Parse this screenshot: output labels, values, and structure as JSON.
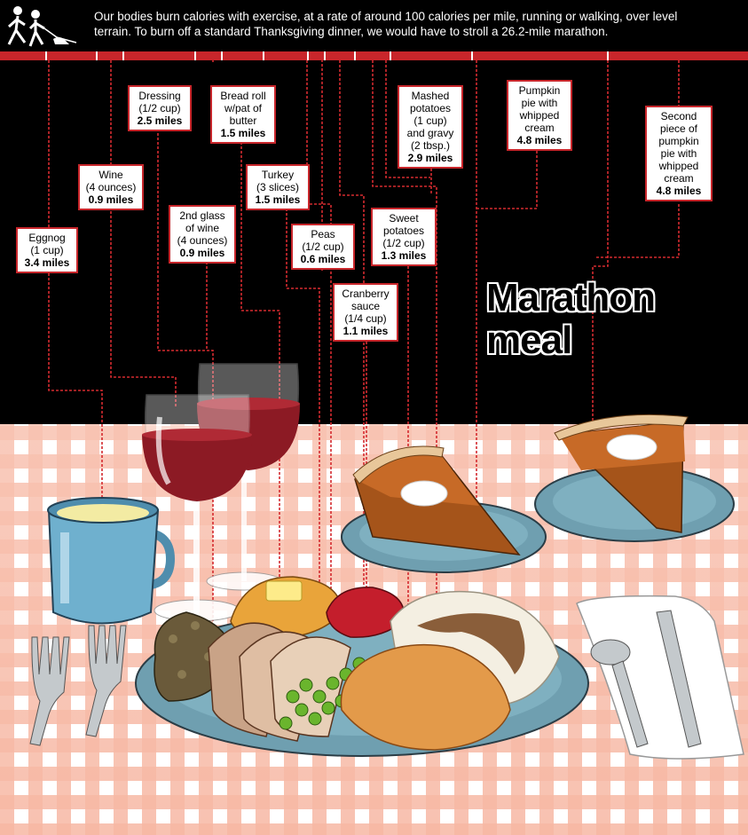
{
  "intro": {
    "text": "Our bodies burn calories with exercise, at a rate of around 100 calories per mile, running or walking, over level terrain. To burn off a standard Thanksgiving dinner, we would have to stroll a 26.2-mile marathon."
  },
  "title": {
    "line1": "Marathon",
    "line2": "meal"
  },
  "colors": {
    "background": "#000000",
    "accent_red": "#c8262b",
    "tablecloth_check": "#f4a189",
    "plate_blue": "#6f9fb0",
    "wine": "#8c1a24"
  },
  "items": [
    {
      "l1": "Eggnog",
      "l2": "(1 cup)",
      "l3": "",
      "l4": "",
      "l5": "",
      "l6": "",
      "miles": "3.4 miles"
    },
    {
      "l1": "Wine",
      "l2": "(4 ounces)",
      "l3": "",
      "l4": "",
      "l5": "",
      "l6": "",
      "miles": "0.9 miles"
    },
    {
      "l1": "Dressing",
      "l2": "(1/2 cup)",
      "l3": "",
      "l4": "",
      "l5": "",
      "l6": "",
      "miles": "2.5 miles"
    },
    {
      "l1": "2nd glass",
      "l2": "of wine",
      "l3": "(4 ounces)",
      "l4": "",
      "l5": "",
      "l6": "",
      "miles": "0.9 miles"
    },
    {
      "l1": "Bread roll",
      "l2": "w/pat of",
      "l3": "butter",
      "l4": "",
      "l5": "",
      "l6": "",
      "miles": "1.5 miles"
    },
    {
      "l1": "Turkey",
      "l2": "(3 slices)",
      "l3": "",
      "l4": "",
      "l5": "",
      "l6": "",
      "miles": "1.5 miles"
    },
    {
      "l1": "Peas",
      "l2": "(1/2 cup)",
      "l3": "",
      "l4": "",
      "l5": "",
      "l6": "",
      "miles": "0.6 miles"
    },
    {
      "l1": "Cranberry",
      "l2": "sauce",
      "l3": "(1/4 cup)",
      "l4": "",
      "l5": "",
      "l6": "",
      "miles": "1.1 miles"
    },
    {
      "l1": "Sweet",
      "l2": "potatoes",
      "l3": "(1/2 cup)",
      "l4": "",
      "l5": "",
      "l6": "",
      "miles": "1.3 miles"
    },
    {
      "l1": "Mashed",
      "l2": "potatoes",
      "l3": "(1 cup)",
      "l4": "and gravy",
      "l5": "(2 tbsp.)",
      "l6": "",
      "miles": "2.9 miles"
    },
    {
      "l1": "Pumpkin",
      "l2": "pie with",
      "l3": "whipped",
      "l4": "cream",
      "l5": "",
      "l6": "",
      "miles": "4.8 miles"
    },
    {
      "l1": "Second",
      "l2": "piece of",
      "l3": "pumpkin",
      "l4": "pie with",
      "l5": "whipped",
      "l6": "cream",
      "miles": "4.8 miles"
    }
  ]
}
